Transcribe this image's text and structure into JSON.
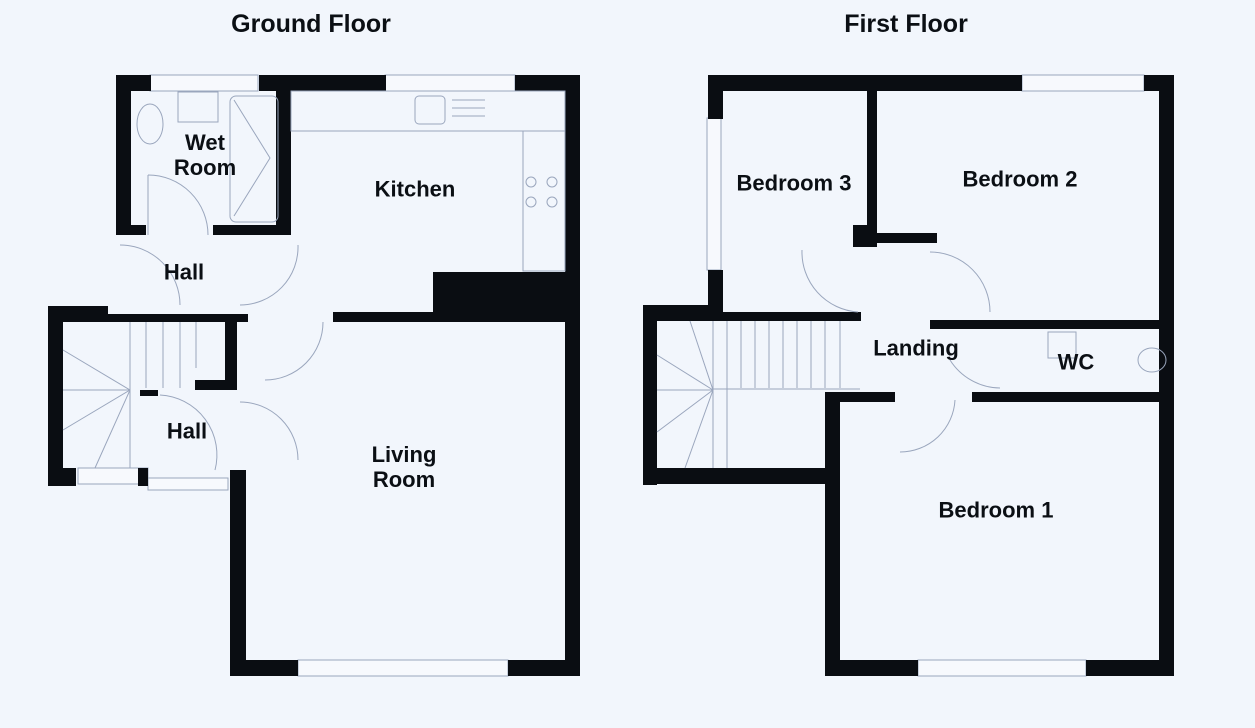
{
  "floors": {
    "ground": {
      "title": "Ground Floor",
      "rooms": {
        "wet_room": "Wet\nRoom",
        "kitchen": "Kitchen",
        "hall_upper": "Hall",
        "hall_lower": "Hall",
        "living_room": "Living\nRoom"
      }
    },
    "first": {
      "title": "First Floor",
      "rooms": {
        "bedroom_3": "Bedroom 3",
        "bedroom_2": "Bedroom 2",
        "landing": "Landing",
        "wc": "WC",
        "bedroom_1": "Bedroom 1"
      }
    }
  },
  "colors": {
    "background": "#f2f6fc",
    "wall": "#0a0d12",
    "fixture_line": "#9aa6bd"
  }
}
